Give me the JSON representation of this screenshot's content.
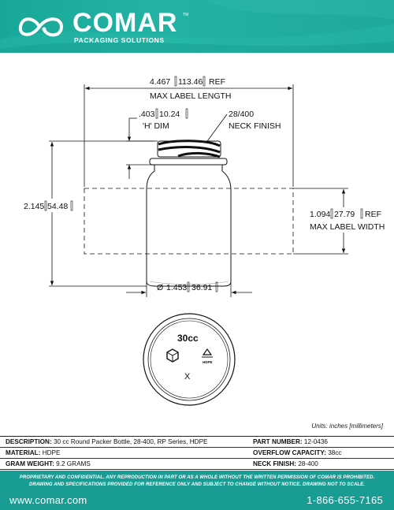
{
  "header": {
    "brand": "COMAR",
    "trademark": "TM",
    "tagline": "PACKAGING SOLUTIONS",
    "bg_color": "#1ea89c",
    "logo_icon": "infinity-loop-icon"
  },
  "drawing": {
    "label_length": "4.467",
    "label_length_mm": "113.46",
    "label_length_ref": "REF",
    "label_length_caption": "MAX LABEL LENGTH",
    "h_dim": ".403",
    "h_dim_mm": "10.24",
    "h_dim_caption": "'H' DIM",
    "neck_finish": "28/400",
    "neck_finish_caption": "NECK FINISH",
    "height": "2.145",
    "height_mm": "54.48",
    "label_width": "1.094",
    "label_width_mm": "27.79",
    "label_width_ref": "REF",
    "label_width_caption": "MAX LABEL WIDTH",
    "diameter_symbol": "Ø",
    "diameter": "1.453",
    "diameter_mm": "36.91",
    "bottom_capacity": "30cc",
    "bottom_mark": "X",
    "recycle_label": "HDPE"
  },
  "units_note": "Units: inches [millimeters]",
  "specs": [
    {
      "left_label": "DESCRIPTION:",
      "left_value": "30 cc Round Packer Bottle, 28-400, RP Series, HDPE",
      "right_label": "PART NUMBER:",
      "right_value": "12-0436"
    },
    {
      "left_label": "MATERIAL:",
      "left_value": "HDPE",
      "right_label": "OVERFLOW CAPACITY:",
      "right_value": "38cc"
    },
    {
      "left_label": "GRAM WEIGHT:",
      "left_value": "9.2 GRAMS",
      "right_label": "NECK FINISH:",
      "right_value": "28-400"
    }
  ],
  "footer": {
    "disclaimer_line1": "PROPRIETARY AND CONFIDENTIAL. ANY REPRODUCTION IN PART OR AS A WHOLE WITHOUT THE WRITTEN PERMISSION OF COMAR IS PROHIBITED.",
    "disclaimer_line2": "DRAWING AND SPECIFICATIONS PROVIDED FOR REFERENCE ONLY AND SUBJECT TO CHANGE WITHOUT NOTICE. DRAWING NOT TO SCALE.",
    "website": "www.comar.com",
    "phone": "1-866-655-7165",
    "bg_color": "#189c94"
  }
}
